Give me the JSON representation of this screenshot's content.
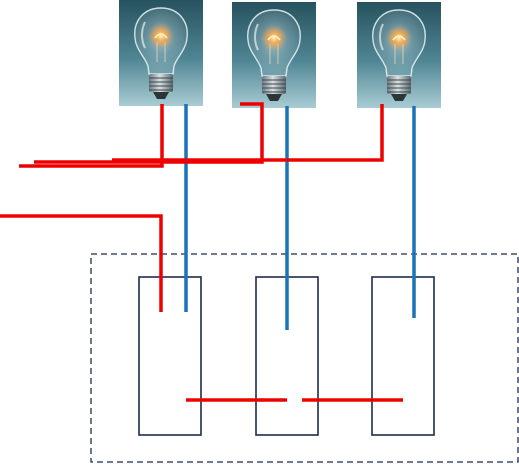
{
  "diagram": {
    "bulbs": [
      {
        "id": "bulb-1"
      },
      {
        "id": "bulb-2"
      },
      {
        "id": "bulb-3"
      }
    ],
    "switches": [
      {
        "id": "switch-1"
      },
      {
        "id": "switch-2"
      },
      {
        "id": "switch-3"
      }
    ],
    "colors": {
      "live_wire": "#ee0000",
      "return_wire": "#1a74b8",
      "switch_outline": "#1c2c4c",
      "enclosure_outline": "#1c2c4c",
      "bulb_bg_top": "#27525f",
      "bulb_bg_bottom": "#9fc3cc",
      "filament": "#ffb14a"
    }
  }
}
